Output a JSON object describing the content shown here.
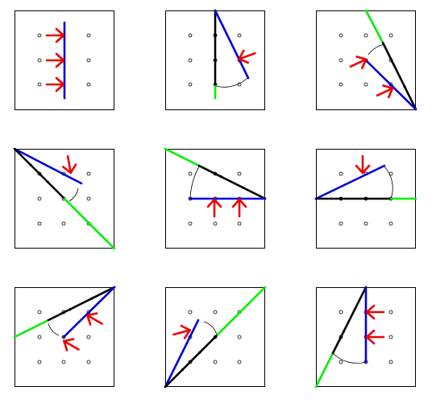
{
  "colors": {
    "blue": "#0000dd",
    "green": "#00ee00",
    "black": "#000000",
    "red": "#ee0000",
    "frame": "#000000",
    "dot": "#000000"
  },
  "arrow_icon": "red-arrow-icon",
  "panels": [
    {
      "id": "panel-1",
      "arrows": 3,
      "has_arc": false,
      "lines": [
        "blue"
      ]
    },
    {
      "id": "panel-2",
      "arrows": 1,
      "has_arc": true,
      "lines": [
        "black",
        "blue",
        "green"
      ]
    },
    {
      "id": "panel-3",
      "arrows": 2,
      "has_arc": true,
      "lines": [
        "green",
        "black",
        "blue"
      ]
    },
    {
      "id": "panel-4",
      "arrows": 1,
      "has_arc": true,
      "lines": [
        "blue",
        "black",
        "green"
      ]
    },
    {
      "id": "panel-5",
      "arrows": 2,
      "has_arc": true,
      "lines": [
        "green",
        "black",
        "blue"
      ]
    },
    {
      "id": "panel-6",
      "arrows": 1,
      "has_arc": true,
      "lines": [
        "blue",
        "black",
        "green"
      ]
    },
    {
      "id": "panel-7",
      "arrows": 2,
      "has_arc": true,
      "lines": [
        "green",
        "black",
        "blue"
      ]
    },
    {
      "id": "panel-8",
      "arrows": 1,
      "has_arc": true,
      "lines": [
        "blue",
        "black",
        "green"
      ]
    },
    {
      "id": "panel-9",
      "arrows": 2,
      "has_arc": true,
      "lines": [
        "green",
        "black",
        "blue"
      ]
    }
  ]
}
